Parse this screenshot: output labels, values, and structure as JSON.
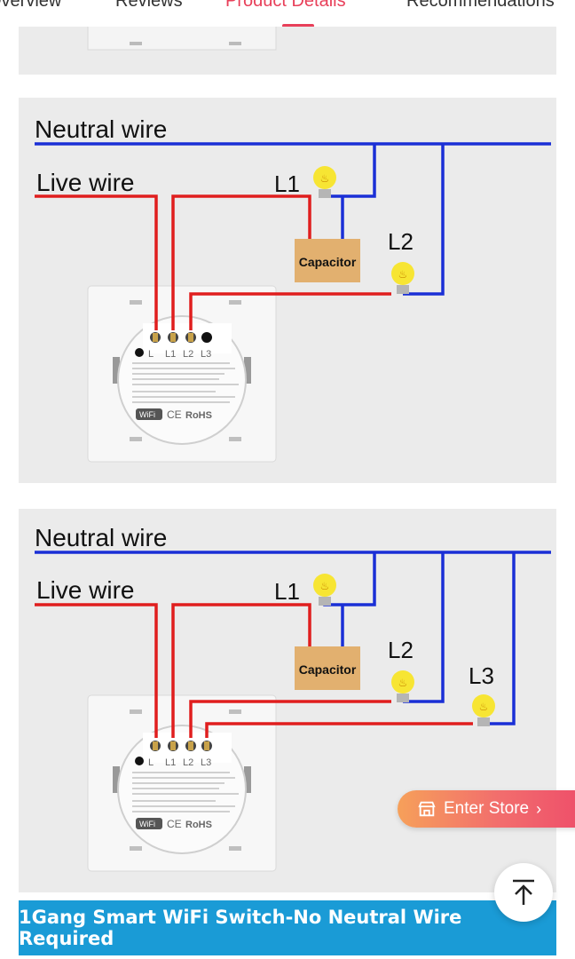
{
  "tabs": [
    {
      "label": "Overview",
      "active": false
    },
    {
      "label": "Reviews",
      "active": false
    },
    {
      "label": "Product Details",
      "active": true
    },
    {
      "label": "Recommendations",
      "active": false
    }
  ],
  "diagram1": {
    "neutral_label": "Neutral wire",
    "live_label": "Live wire",
    "l1": "L1",
    "l2": "L2",
    "capacitor": "Capacitor",
    "terminals": [
      "L",
      "L1",
      "L2",
      "L3"
    ],
    "cert_wifi": "WiFi",
    "cert_ce": "CE",
    "cert_rohs": "RoHS"
  },
  "diagram2": {
    "neutral_label": "Neutral wire",
    "live_label": "Live wire",
    "l1": "L1",
    "l2": "L2",
    "l3": "L3",
    "capacitor": "Capacitor",
    "terminals": [
      "L",
      "L1",
      "L2",
      "L3"
    ],
    "cert_wifi": "WiFi",
    "cert_ce": "CE",
    "cert_rohs": "RoHS"
  },
  "caption": "1Gang Smart WiFi Switch-No Neutral Wire Required",
  "enter_store_label": "Enter Store",
  "icons": {
    "store": "store-icon",
    "chevron": "chevron-right-icon",
    "back_to_top": "arrow-up-icon"
  },
  "colors": {
    "accent": "#e8405a",
    "neutral_wire": "#1a2fd6",
    "live_wire": "#e01e1e",
    "capacitor": "#e2b06f",
    "caption_bg": "#1a9bd6"
  }
}
